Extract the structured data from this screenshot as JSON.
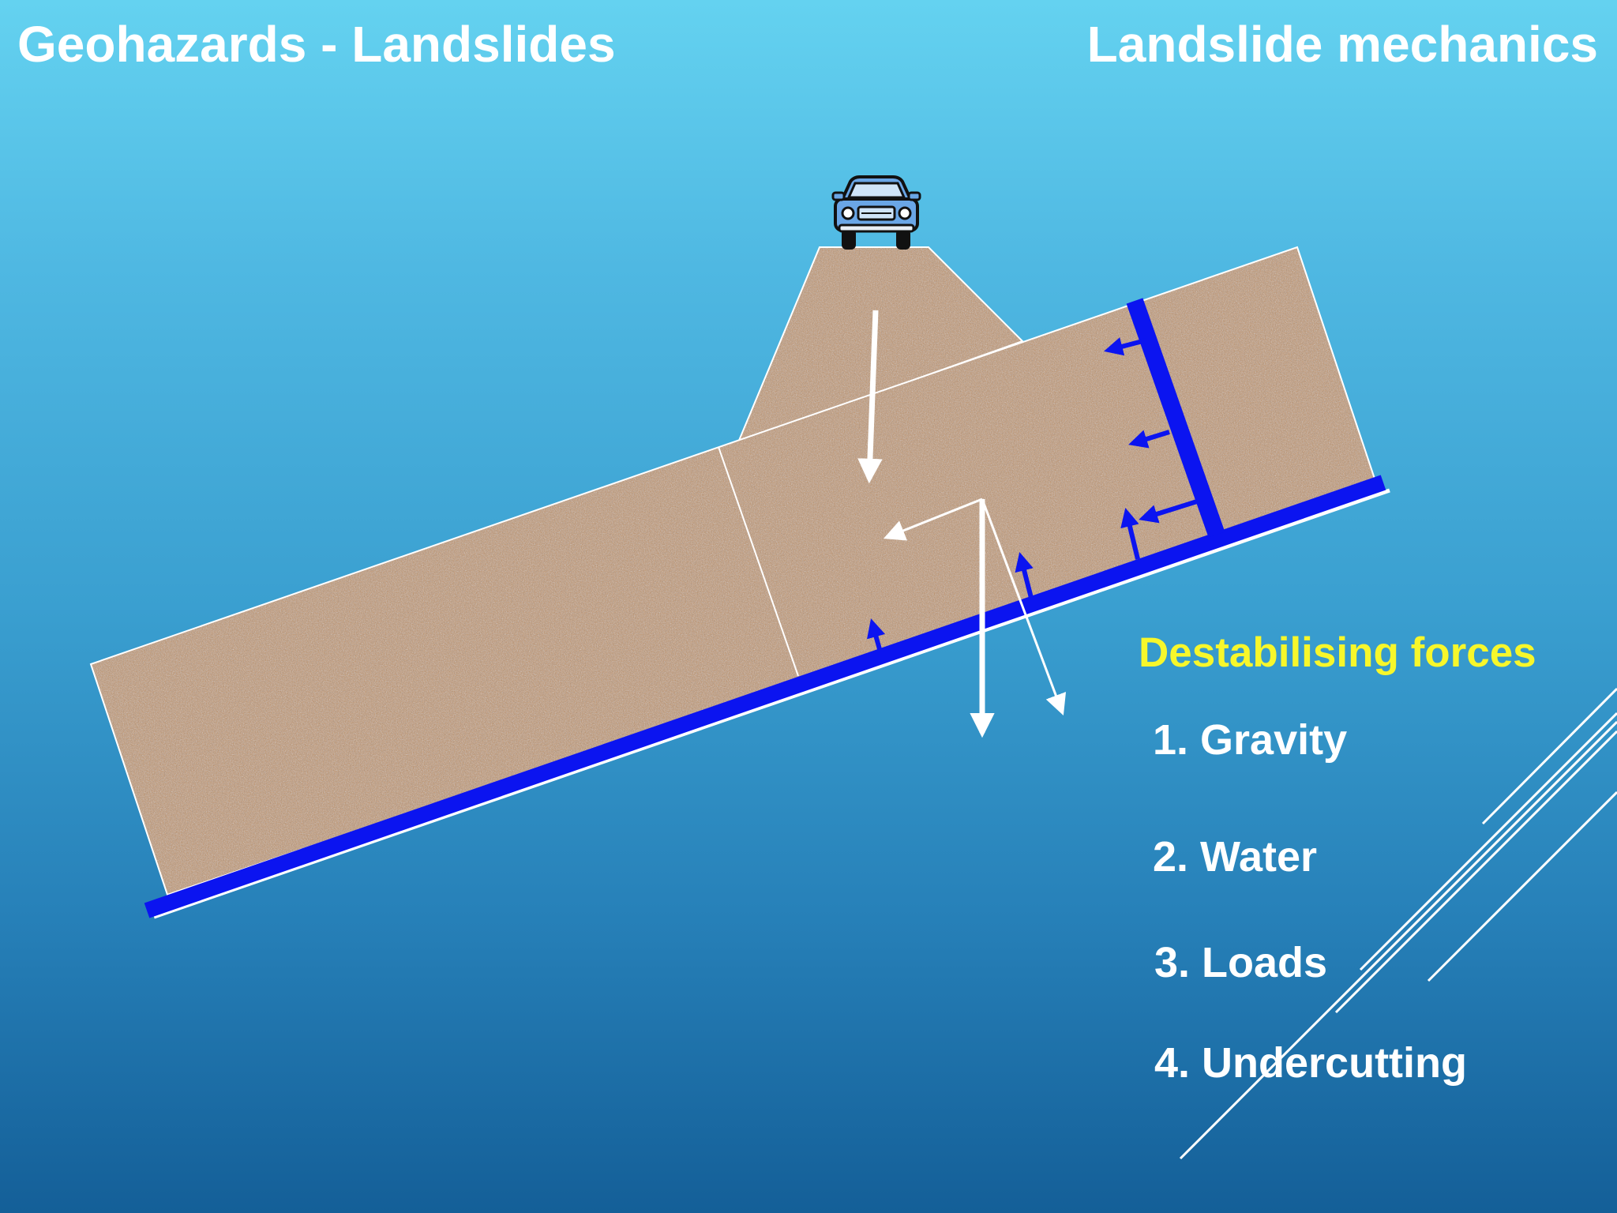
{
  "header": {
    "left_title": "Geohazards - Landslides",
    "right_title": "Landslide mechanics"
  },
  "forces": {
    "heading": "Destabilising forces",
    "items": [
      "1. Gravity",
      "2. Water",
      "3. Loads",
      "4. Undercutting"
    ]
  },
  "colors": {
    "heading_yellow": "#f7f72b",
    "water_blue": "#0b14f0",
    "soil_brown": "#b98a5c",
    "text_white": "#ffffff"
  },
  "icons": {
    "vehicle": "car-icon"
  }
}
